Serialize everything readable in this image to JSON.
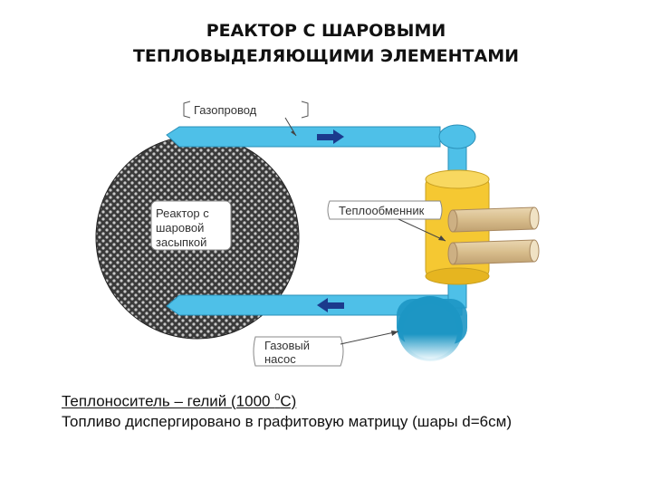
{
  "title_line1": "РЕАКТОР С ШАРОВЫМИ",
  "title_line2": "ТЕПЛОВЫДЕЛЯЮЩИМИ ЭЛЕМЕНТАМИ",
  "labels": {
    "gas_duct": "Газопровод",
    "reactor_line1": "Реактор с",
    "reactor_line2": "шаровой",
    "reactor_line3": "засыпкой",
    "heat_exchanger": "Теплообменник",
    "pump_line1": "Газовый",
    "pump_line2": "насос"
  },
  "notes": {
    "line1_prefix": "Теплоноситель – гелий (1000 ",
    "line1_sup": "0",
    "line1_suffix": "С)",
    "line2": "Топливо диспергировано в графитовую матрицу (шары d=6см)"
  },
  "colors": {
    "pipe": "#4ec0e8",
    "pipe_edge": "#2a8fb8",
    "exchanger": "#f5c832",
    "tube": "#dcc49a",
    "pump": "#1d96c4",
    "arrow": "#1b3a8c",
    "reactor_dark": "#3a3a3a"
  }
}
